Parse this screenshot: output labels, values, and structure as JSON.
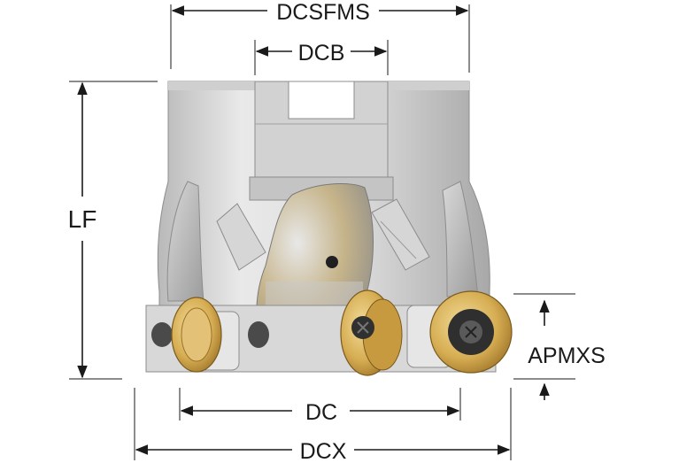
{
  "diagram": {
    "labels": {
      "dcsfms": "DCSFMS",
      "dcb": "DCB",
      "lf": "LF",
      "dc": "DC",
      "dcx": "DCX",
      "apmxs": "APMXS"
    }
  },
  "colors": {
    "body_light": "#e4e4e4",
    "body_mid": "#c8c8c8",
    "body_dark": "#9a9a9a",
    "insert_gold": "#d9b45a",
    "insert_gold_dark": "#a57a2a",
    "insert_gray": "#3c3c3c",
    "line": "#1a1a1a"
  }
}
